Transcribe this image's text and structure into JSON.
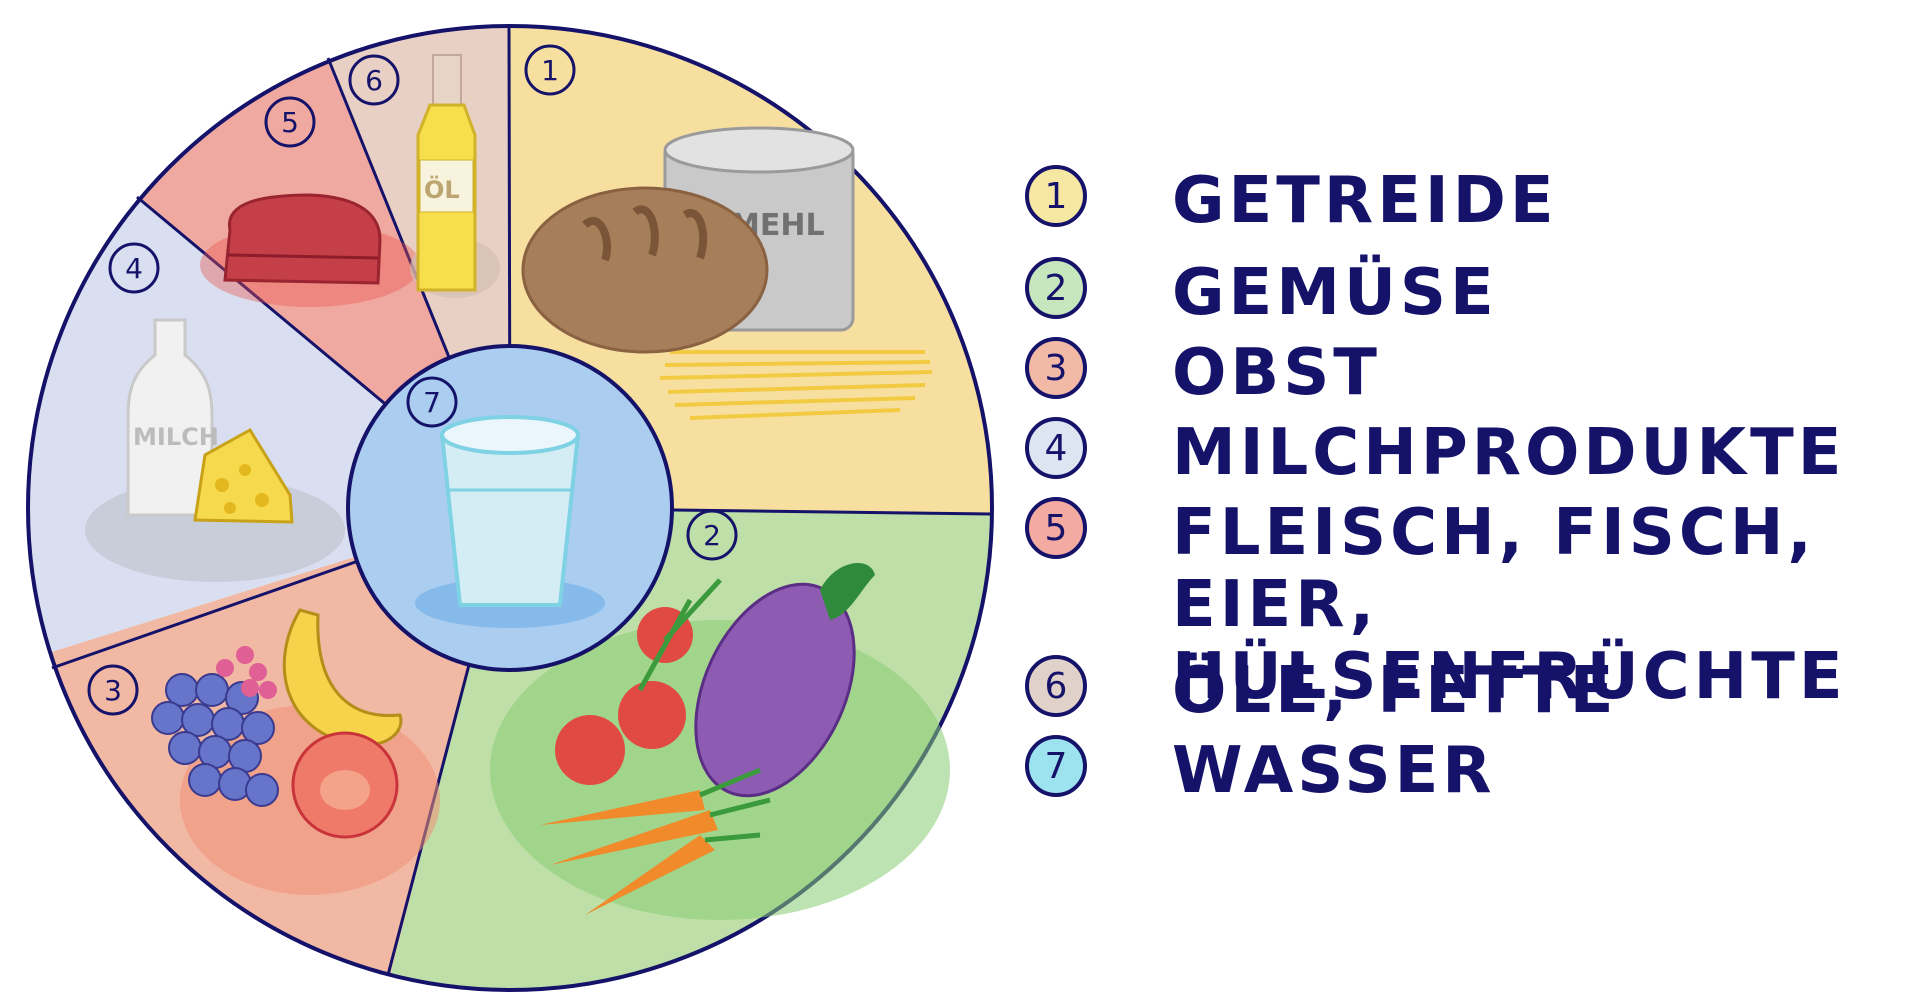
{
  "wheel": {
    "center_number": "7",
    "segments": [
      {
        "number": "1",
        "category": "GETREIDE",
        "color": "#f7dfa0"
      },
      {
        "number": "2",
        "category": "GEMÜSE",
        "color": "#bedfa7"
      },
      {
        "number": "3",
        "category": "OBST",
        "color": "#f1b8a3"
      },
      {
        "number": "4",
        "category": "MILCHPRODUKTE",
        "color": "#d9dff0"
      },
      {
        "number": "5",
        "category": "FLEISCH, FISCH, EIER, HÜLSENFRÜCHTE",
        "color": "#f0a9a1"
      },
      {
        "number": "6",
        "category": "ÖLE, FETTE",
        "color": "#e8d0c4"
      }
    ],
    "item_labels": {
      "flour": "MEHL",
      "oil": "ÖL",
      "milk": "MILCH"
    }
  },
  "legend": {
    "items": [
      {
        "number": "1",
        "label": "GETREIDE",
        "color": "#f6e7a3"
      },
      {
        "number": "2",
        "label": "GEMÜSE",
        "color": "#c6e6bd"
      },
      {
        "number": "3",
        "label": "OBST",
        "color": "#f3b9a7"
      },
      {
        "number": "4",
        "label": "MILCHPRODUKTE",
        "color": "#dde5f3"
      },
      {
        "number": "5",
        "label": "FLEISCH, FISCH, EIER,\nHÜLSENFRÜCHTE",
        "color": "#f3aaa1"
      },
      {
        "number": "6",
        "label": "ÖLE, FETTE",
        "color": "#e0d2c9"
      },
      {
        "number": "7",
        "label": "WASSER",
        "color": "#9de2ef"
      }
    ]
  },
  "colors": {
    "ink": "#15126a",
    "water_center": "#aacdf0"
  }
}
